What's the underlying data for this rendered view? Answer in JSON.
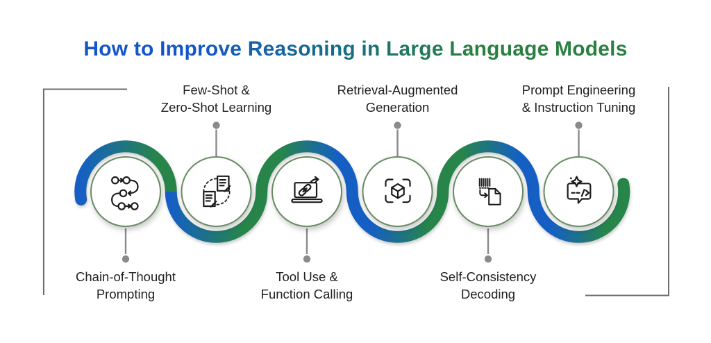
{
  "title": {
    "text": "How to Improve Reasoning in Large Language Models",
    "gradient_start_color": "#1356c8",
    "gradient_end_color": "#2a8040"
  },
  "nodes": [
    {
      "label": "Chain-of-Thought\nPrompting",
      "icon": "flow-path-icon",
      "label_position": "below"
    },
    {
      "label": "Few-Shot &\nZero-Shot Learning",
      "icon": "documents-exchange-icon",
      "label_position": "above"
    },
    {
      "label": "Tool Use &\nFunction Calling",
      "icon": "laptop-link-icon",
      "label_position": "below"
    },
    {
      "label": "Retrieval-Augmented\nGeneration",
      "icon": "cube-scan-icon",
      "label_position": "above"
    },
    {
      "label": "Self-Consistency\nDecoding",
      "icon": "barcode-document-icon",
      "label_position": "below"
    },
    {
      "label": "Prompt Engineering\n& Instruction Tuning",
      "icon": "chat-code-sparkle-icon",
      "label_position": "above"
    }
  ],
  "colors": {
    "ribbon_blue": "#155fc4",
    "ribbon_green": "#27854a",
    "circle_border": "#678a62",
    "connector_gray": "#8a8a8a",
    "bracket_gray": "#6e6e6e",
    "label_text": "#212121",
    "background": "#ffffff"
  }
}
